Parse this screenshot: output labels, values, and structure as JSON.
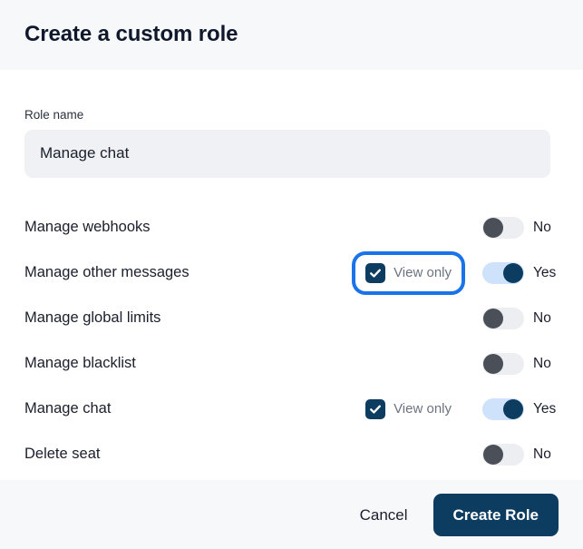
{
  "header": {
    "title": "Create a custom role"
  },
  "form": {
    "role_name": {
      "label": "Role name",
      "value": "Manage chat",
      "placeholder": "Role name"
    }
  },
  "permissions": {
    "view_only_label": "View only",
    "toggle_yes_label": "Yes",
    "toggle_no_label": "No",
    "rows": [
      {
        "label": "Manage webhooks",
        "has_view_only": false,
        "view_only_checked": false,
        "view_only_focused": false,
        "enabled": false,
        "toggle_label": "No"
      },
      {
        "label": "Manage other messages",
        "has_view_only": true,
        "view_only_checked": true,
        "view_only_focused": true,
        "enabled": true,
        "toggle_label": "Yes"
      },
      {
        "label": "Manage global limits",
        "has_view_only": false,
        "view_only_checked": false,
        "view_only_focused": false,
        "enabled": false,
        "toggle_label": "No"
      },
      {
        "label": "Manage blacklist",
        "has_view_only": false,
        "view_only_checked": false,
        "view_only_focused": false,
        "enabled": false,
        "toggle_label": "No"
      },
      {
        "label": "Manage chat",
        "has_view_only": true,
        "view_only_checked": true,
        "view_only_focused": false,
        "enabled": true,
        "toggle_label": "Yes"
      },
      {
        "label": "Delete seat",
        "has_view_only": false,
        "view_only_checked": false,
        "view_only_focused": false,
        "enabled": false,
        "toggle_label": "No"
      }
    ]
  },
  "footer": {
    "cancel_label": "Cancel",
    "submit_label": "Create Role"
  },
  "colors": {
    "header_bg": "#f7f8fa",
    "footer_bg": "#f7f8fa",
    "primary_navy": "#0d3c61",
    "focus_blue": "#1a73e8",
    "toggle_on_track": "#cfe2fb",
    "toggle_off_track": "#eceef1",
    "toggle_off_knob": "#4a4f58",
    "input_bg": "#f0f1f4",
    "text_primary": "#1a1f2b",
    "text_muted": "#6b7280"
  }
}
